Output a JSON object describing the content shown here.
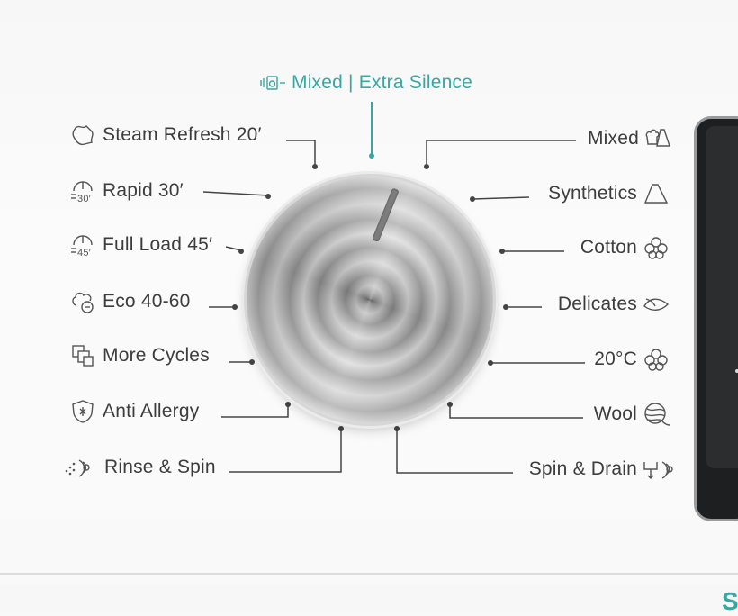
{
  "top_program": {
    "label": "Mixed | Extra Silence",
    "icon": "silence-icon",
    "accent": "#3aa6a1"
  },
  "left_programs": [
    {
      "label": "Steam Refresh 20′",
      "icon": "steam-icon"
    },
    {
      "label": "Rapid 30′",
      "icon": "rapid-30-icon"
    },
    {
      "label": "Full Load 45′",
      "icon": "full-load-45-icon"
    },
    {
      "label": "Eco 40-60",
      "icon": "eco-icon"
    },
    {
      "label": "More Cycles",
      "icon": "more-cycles-icon"
    },
    {
      "label": "Anti Allergy",
      "icon": "anti-allergy-icon"
    },
    {
      "label": "Rinse & Spin",
      "icon": "rinse-spin-icon"
    }
  ],
  "right_programs": [
    {
      "label": "Mixed",
      "icon": "mixed-icon"
    },
    {
      "label": "Synthetics",
      "icon": "synthetics-icon"
    },
    {
      "label": "Cotton",
      "icon": "cotton-icon"
    },
    {
      "label": "Delicates",
      "icon": "delicates-icon"
    },
    {
      "label": "20°C",
      "icon": "cold-wash-icon"
    },
    {
      "label": "Wool",
      "icon": "wool-icon"
    },
    {
      "label": "Spin & Drain",
      "icon": "spin-drain-icon"
    }
  ],
  "display": {
    "partial_text": "S"
  },
  "icon_text": {
    "rapid": "30′",
    "full_load": "45′"
  }
}
